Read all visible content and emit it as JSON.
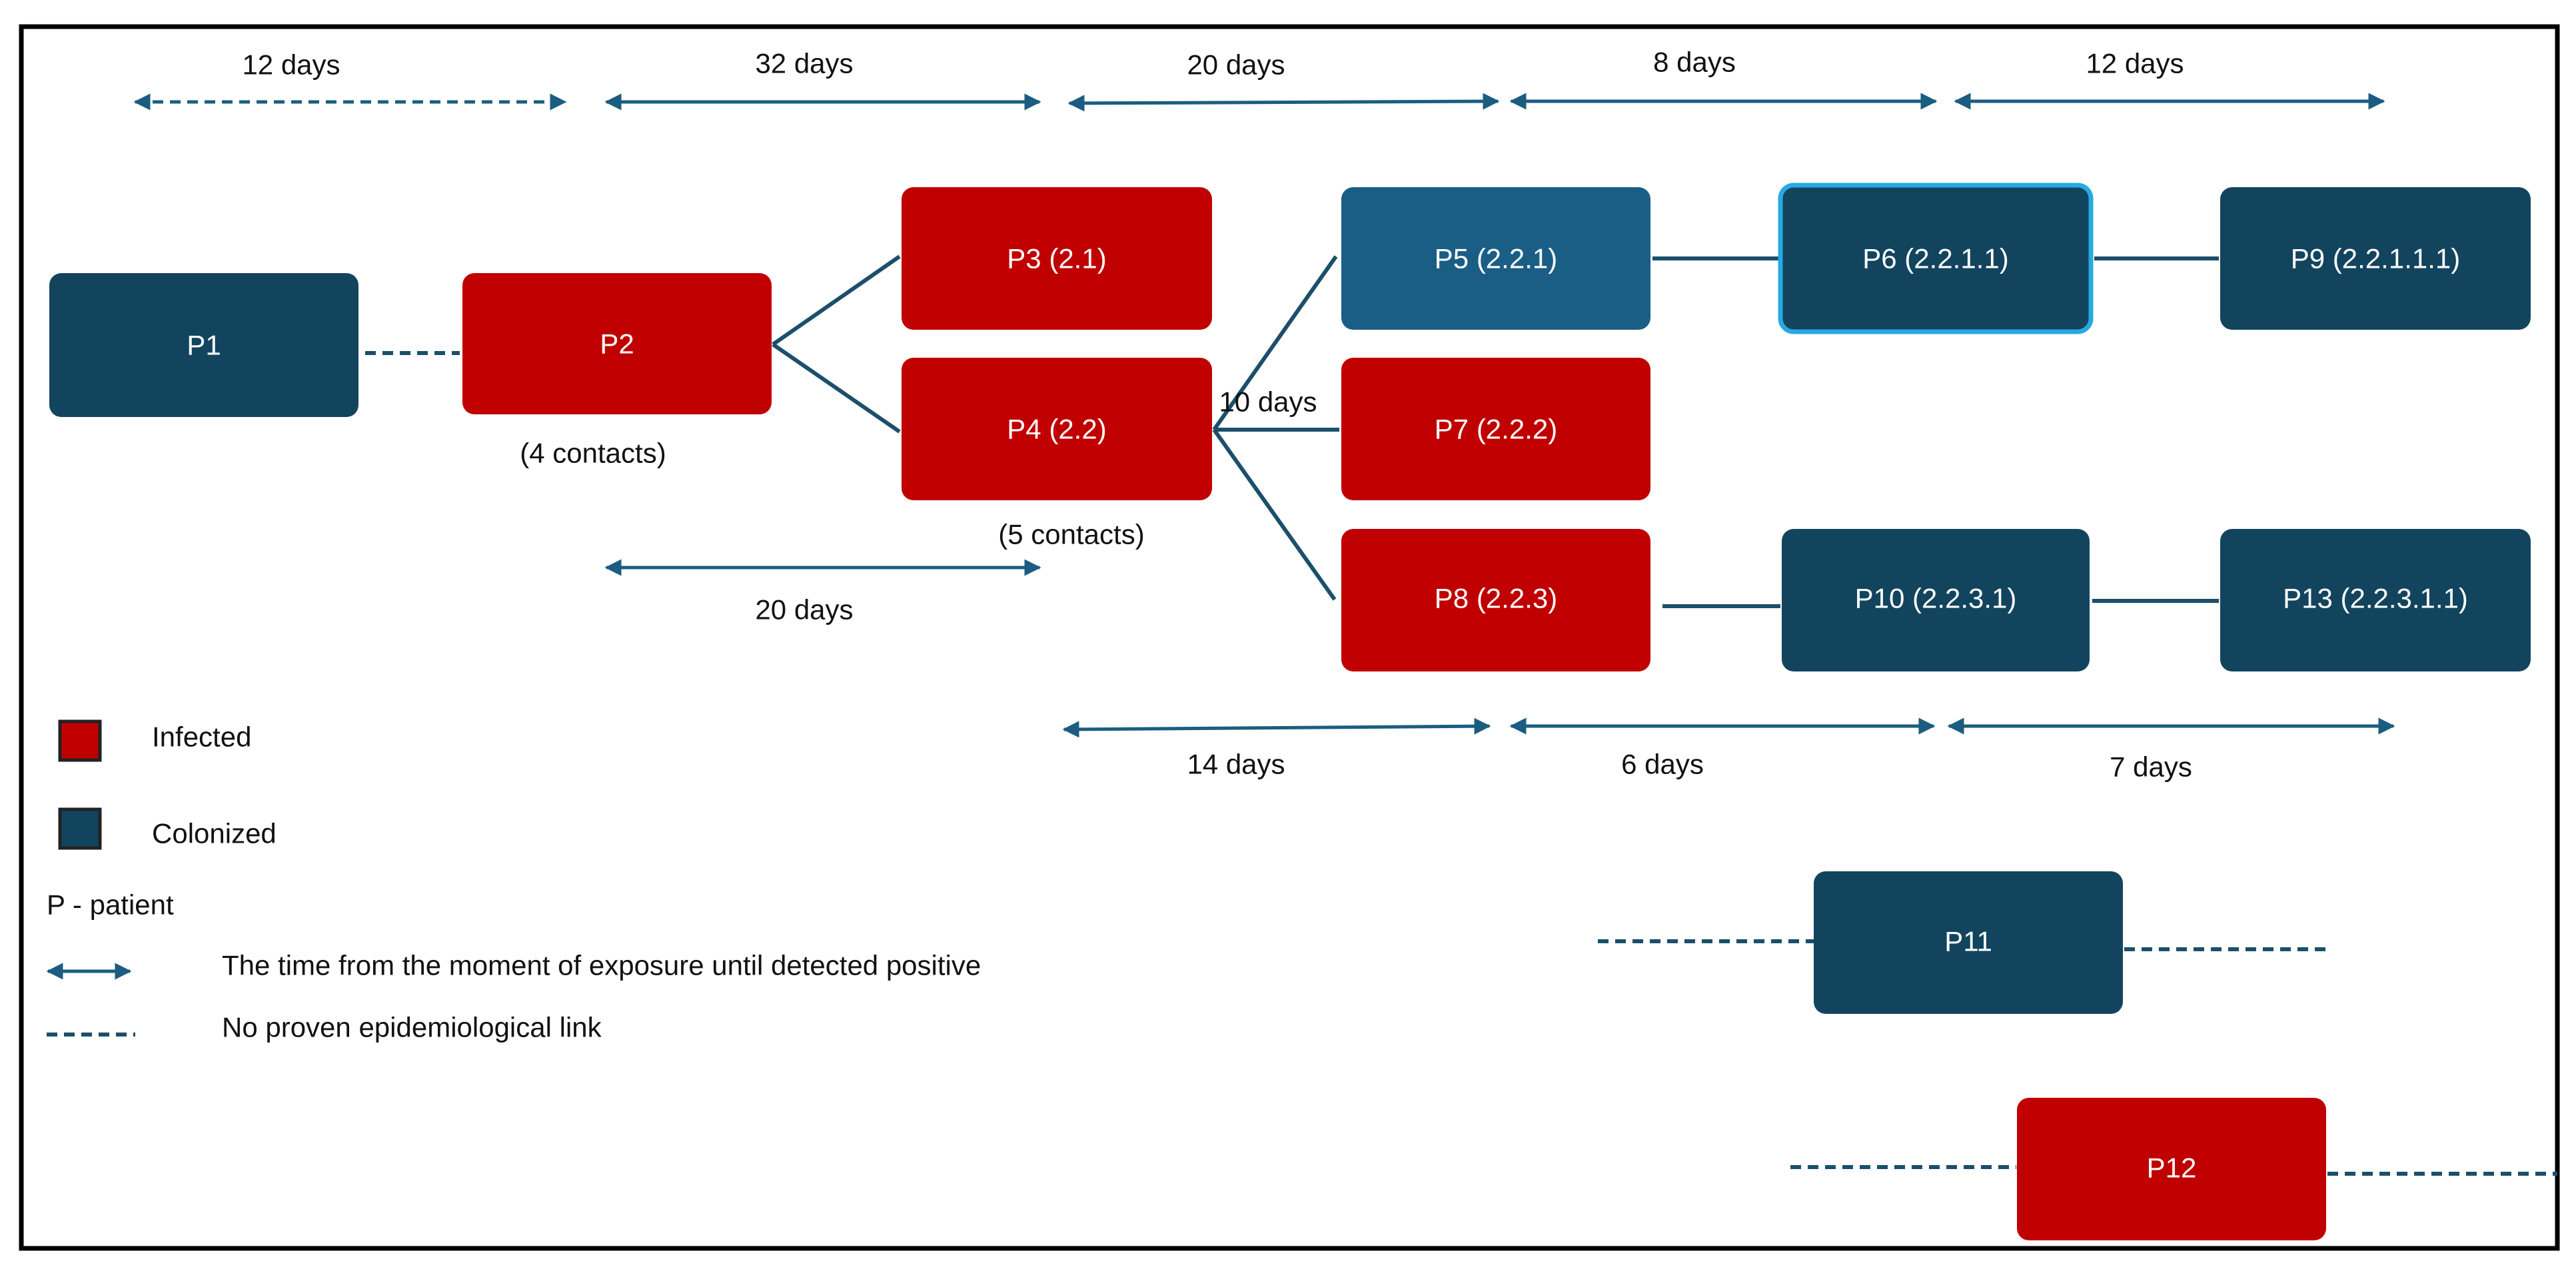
{
  "colors": {
    "infected": "#c00000",
    "colonized": "#12445e",
    "colonized_highlight": "#1a5e85",
    "selected_border": "#27a9e1",
    "line": "#1b4f6b",
    "arrow": "#1b5d80"
  },
  "nodes": {
    "p1": {
      "label": "P1",
      "status": "colonized"
    },
    "p2": {
      "label": "P2",
      "status": "infected"
    },
    "p3": {
      "label": "P3 (2.1)",
      "status": "infected"
    },
    "p4": {
      "label": "P4 (2.2)",
      "status": "infected"
    },
    "p5": {
      "label": "P5 (2.2.1)",
      "status": "colonized"
    },
    "p6": {
      "label": "P6 (2.2.1.1)",
      "status": "colonized"
    },
    "p7": {
      "label": "P7 (2.2.2)",
      "status": "infected"
    },
    "p8": {
      "label": "P8 (2.2.3)",
      "status": "infected"
    },
    "p9": {
      "label": "P9 (2.2.1.1.1)",
      "status": "colonized"
    },
    "p10": {
      "label": "P10 (2.2.3.1)",
      "status": "colonized"
    },
    "p11": {
      "label": "P11",
      "status": "colonized"
    },
    "p12": {
      "label": "P12",
      "status": "infected"
    },
    "p13": {
      "label": "P13 (2.2.3.1.1)",
      "status": "colonized"
    }
  },
  "notes": {
    "p2_contacts": "(4 contacts)",
    "p4_contacts": "(5 contacts)"
  },
  "intervals": {
    "top": [
      "12 days",
      "32 days",
      "20 days",
      "8 days",
      "12 days"
    ],
    "p2_p4": "20 days",
    "p4_p7": "10 days",
    "bottom": [
      "14 days",
      "6 days",
      "7 days"
    ]
  },
  "legend": {
    "infected": "Infected",
    "colonized": "Colonized",
    "patient": "P - patient",
    "arrow": "The time from the moment of exposure until detected positive",
    "dashed": "No proven epidemiological link"
  }
}
